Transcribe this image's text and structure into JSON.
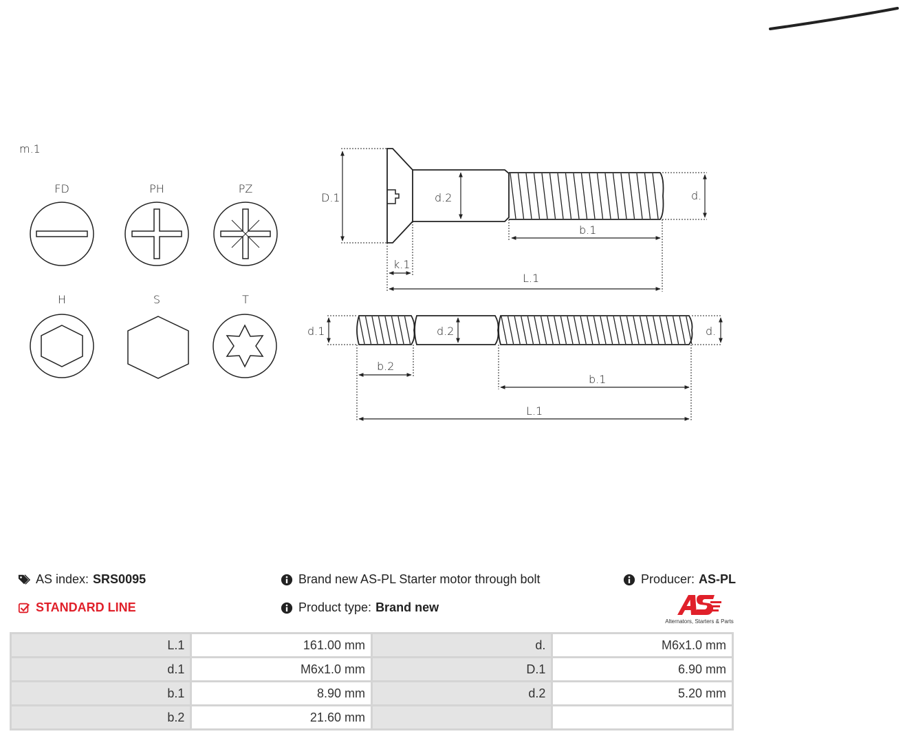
{
  "drawing": {
    "model_label": "m.1",
    "heads": [
      {
        "code": "FD",
        "icon": "flat-slot-icon"
      },
      {
        "code": "PH",
        "icon": "phillips-icon"
      },
      {
        "code": "PZ",
        "icon": "pozidriv-icon"
      },
      {
        "code": "H",
        "icon": "hex-socket-icon"
      },
      {
        "code": "S",
        "icon": "hex-head-icon"
      },
      {
        "code": "T",
        "icon": "torx-icon"
      }
    ],
    "bolt_labels": {
      "D1": "D.1",
      "d2": "d.2",
      "d": "d.",
      "b1": "b.1",
      "k1": "k.1",
      "L1": "L.1",
      "d1": "d.1",
      "b2": "b.2"
    }
  },
  "info": {
    "as_index_label": "AS index:",
    "as_index_value": "SRS0095",
    "line": "STANDARD LINE",
    "description": "Brand new AS-PL Starter motor through bolt",
    "product_type_label": "Product type:",
    "product_type_value": "Brand new",
    "producer_label": "Producer:",
    "producer_value": "AS-PL",
    "logo_tagline": "Alternators, Starters & Parts",
    "accent_color": "#e0202a"
  },
  "specs": [
    {
      "k1": "L.1",
      "v1": "161.00 mm",
      "k2": "d.",
      "v2": "M6x1.0 mm"
    },
    {
      "k1": "d.1",
      "v1": "M6x1.0 mm",
      "k2": "D.1",
      "v2": "6.90 mm"
    },
    {
      "k1": "b.1",
      "v1": "8.90 mm",
      "k2": "d.2",
      "v2": "5.20 mm"
    },
    {
      "k1": "b.2",
      "v1": "21.60 mm",
      "k2": "",
      "v2": ""
    }
  ]
}
